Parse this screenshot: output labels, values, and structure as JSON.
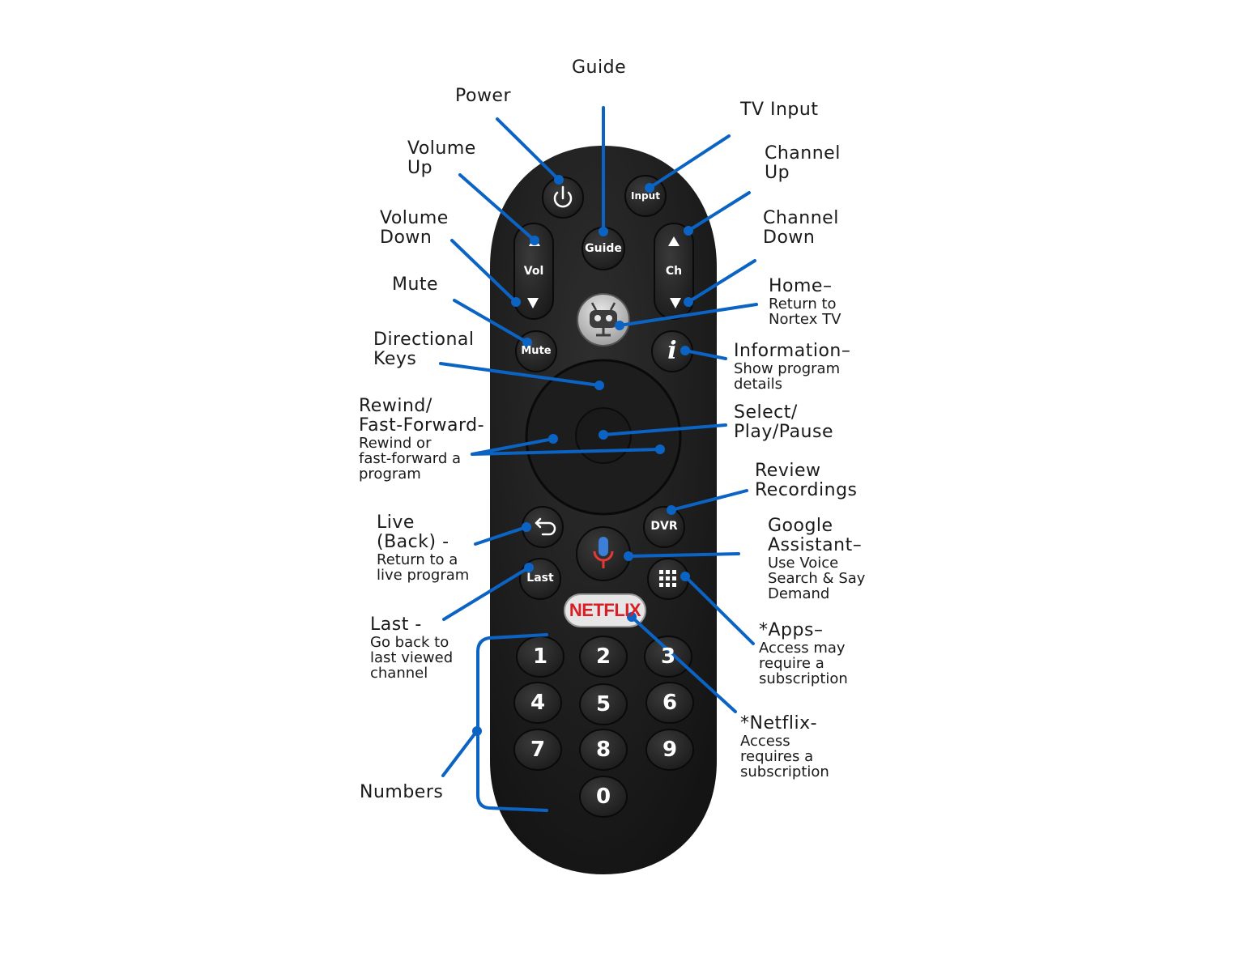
{
  "labels": {
    "guide": "Guide",
    "power": "Power",
    "tv_input": "TV Input",
    "volume_up": [
      "Volume",
      "Up"
    ],
    "channel_up": [
      "Channel",
      "Up"
    ],
    "volume_down": [
      "Volume",
      "Down"
    ],
    "channel_down": [
      "Channel",
      "Down"
    ],
    "mute": "Mute",
    "home": {
      "title": "Home–",
      "lines": [
        "Return to",
        "Nortex TV"
      ]
    },
    "directional": [
      "Directional",
      "Keys"
    ],
    "information": {
      "title": "Information–",
      "lines": [
        "Show program",
        "details"
      ]
    },
    "rewind": {
      "title": [
        "Rewind/",
        "Fast-Forward-"
      ],
      "lines": [
        "Rewind or",
        "fast-forward a",
        "program"
      ]
    },
    "select": [
      "Select/",
      "Play/Pause"
    ],
    "review": [
      "Review",
      "Recordings"
    ],
    "live": {
      "title": [
        "Live",
        "(Back) -"
      ],
      "lines": [
        "Return to a",
        "live program"
      ]
    },
    "google": {
      "title": [
        "Google",
        "Assistant–"
      ],
      "lines": [
        "Use Voice",
        "Search & Say",
        "Demand"
      ]
    },
    "last": {
      "title": "Last -",
      "lines": [
        "Go back to",
        "last viewed",
        "channel"
      ]
    },
    "apps": {
      "title": "*Apps–",
      "lines": [
        "Access may",
        "require a",
        "subscription"
      ]
    },
    "netflix": {
      "title": "*Netflix-",
      "lines": [
        "Access",
        "requires a",
        "subscription"
      ]
    },
    "numbers": "Numbers"
  },
  "remote": {
    "input": "Input",
    "guide": "Guide",
    "vol": "Vol",
    "ch": "Ch",
    "mute": "Mute",
    "dvr": "DVR",
    "last": "Last",
    "info": "i",
    "netflix": "NETFLIX",
    "keys": [
      "1",
      "2",
      "3",
      "4",
      "5",
      "6",
      "7",
      "8",
      "9",
      "0"
    ]
  },
  "colors": {
    "leader": "#0b63c4",
    "body": "#1b1b1b",
    "button": "#2a2a2a",
    "netflix_red": "#d81f26"
  }
}
